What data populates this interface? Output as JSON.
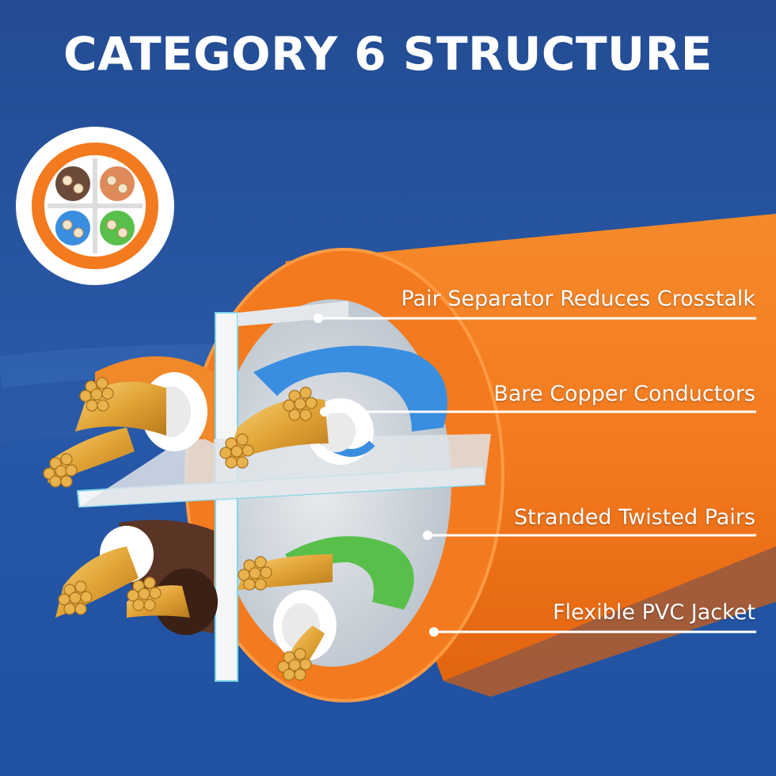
{
  "title": "CATEGORY 6 STRUCTURE",
  "callouts": [
    "Pair Separator Reduces Crosstalk",
    "Bare Copper Conductors",
    "Stranded Twisted Pairs",
    "Flexible PVC Jacket"
  ],
  "colors": {
    "background": "#23519b",
    "jacket": "#f47a1f",
    "separator": "#f2f2f2",
    "copper": "#e6ad3c",
    "pair_blue": "#3a8ee0",
    "pair_green": "#58c04a",
    "pair_brown": "#5a3424",
    "pair_orange": "#f0892a"
  },
  "icons": [
    "cable-cross-section-icon"
  ]
}
